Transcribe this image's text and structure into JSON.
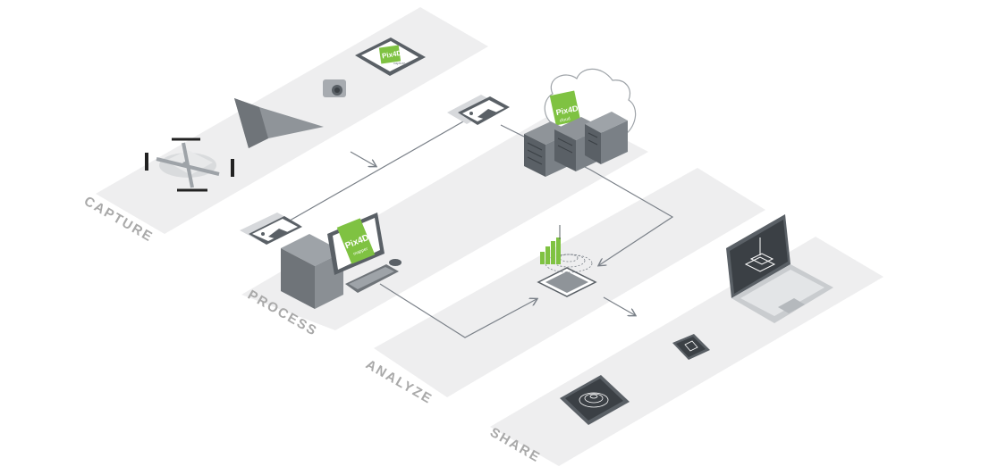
{
  "stages": {
    "capture": "CAPTURE",
    "process": "PROCESS",
    "analyze": "ANALYZE",
    "share": "SHARE"
  },
  "branding": {
    "logo_text": "Pix4D",
    "capture_tablet_caption": "capture",
    "desktop_caption": "mapper",
    "cloud_caption": "cloud"
  },
  "colors": {
    "platform": "#eeeeef",
    "brand_green": "#7fc242",
    "device_dark": "#5a6066",
    "arrow": "#7a8088",
    "label": "#a9a9a9"
  },
  "icons": [
    "quadcopter-drone-icon",
    "fixed-wing-drone-icon",
    "camera-icon",
    "tablet-capture-app-icon",
    "photo-stack-icon",
    "server-rack-icon",
    "cloud-icon",
    "desktop-computer-icon",
    "analysis-3d-model-icon",
    "laptop-icon",
    "smartphone-icon",
    "tablet-icon"
  ]
}
